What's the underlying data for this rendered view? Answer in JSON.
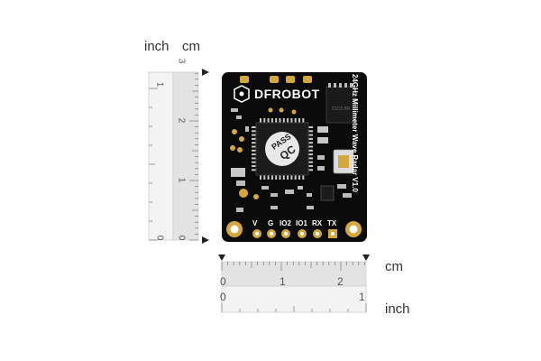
{
  "labels": {
    "left_inch": "inch",
    "left_cm": "cm",
    "bottom_cm": "cm",
    "bottom_inch": "inch"
  },
  "left_ruler": {
    "inch_ticks": [
      "0",
      "1"
    ],
    "cm_ticks": [
      "0",
      "1",
      "2",
      "3"
    ]
  },
  "bottom_ruler": {
    "cm_ticks": [
      "0",
      "1",
      "2"
    ],
    "inch_ticks": [
      "0",
      "1"
    ]
  },
  "board": {
    "logo_text": "DFROBOT",
    "side_text": "24GHz Millimeter Wave Radar V1.0",
    "chip_stamp_line1": "PASS",
    "chip_stamp_line2": "QC",
    "pin_labels": [
      "V",
      "G",
      "IO2",
      "IO1",
      "RX",
      "TX"
    ]
  },
  "colors": {
    "board": "#0b0b0b",
    "gold": "#d4a83a",
    "ruler_fill": "#e6e6e6",
    "silkscreen": "#ffffff"
  }
}
